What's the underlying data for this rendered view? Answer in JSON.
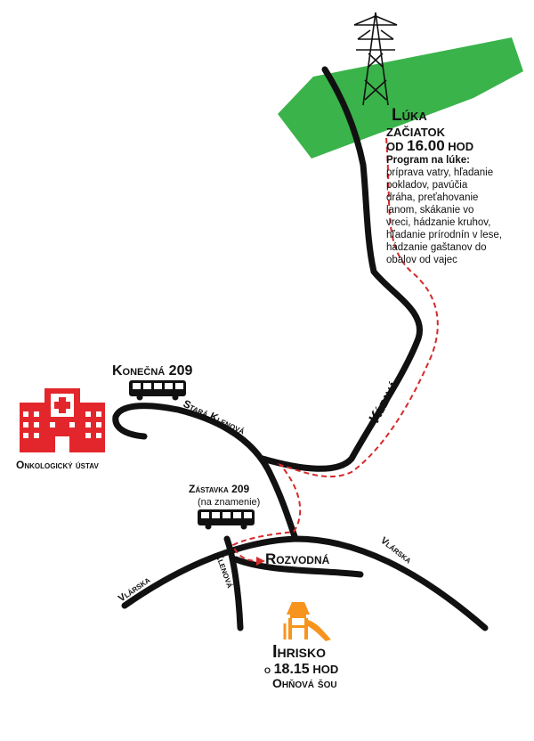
{
  "colors": {
    "road": "#111111",
    "route": "#d42a2a",
    "meadow": "#3ab34a",
    "hospital": "#e3262b",
    "playground": "#f7941d",
    "meadow_title": "#ffffff"
  },
  "meadow": {
    "title": "Lúka",
    "start_label": "ZAČIATOK",
    "time_prefix": "OD",
    "time": "16.00",
    "time_suffix": "HOD",
    "program_title": "Program na lúke:",
    "program_lines": [
      "príprava vatry, hľadanie",
      "pokladov, pavúčia",
      "dráha, preťahovanie",
      "lanom, skákanie vo",
      "vreci, hádzanie kruhov,",
      "hľadanie prírodnín v lese,",
      "hádzanie gaštanov do",
      "obalov od vajec"
    ]
  },
  "roads": {
    "klzava": "Kĺzavá",
    "stara_klenova": "Stará Klenová",
    "varska_left": "Vlárska",
    "varska_right": "Vlárska",
    "klenova": "Klenová",
    "rozvodna": "Rozvodná"
  },
  "stops": {
    "konecna": "Konečná 209",
    "zastavka": "Zástavka 209",
    "zastavka_note": "(na znamenie)"
  },
  "hospital": {
    "label": "Onkologický ústav",
    "icon": "hospital-icon"
  },
  "playground": {
    "title": "Ihrisko",
    "time_prefix": "o",
    "time": "18.15",
    "time_suffix": "HOD",
    "event": "Ohňová šou",
    "icon": "playground-slide-icon"
  },
  "pylon": {
    "icon": "power-pylon-icon"
  },
  "bus": {
    "icon": "bus-icon"
  }
}
